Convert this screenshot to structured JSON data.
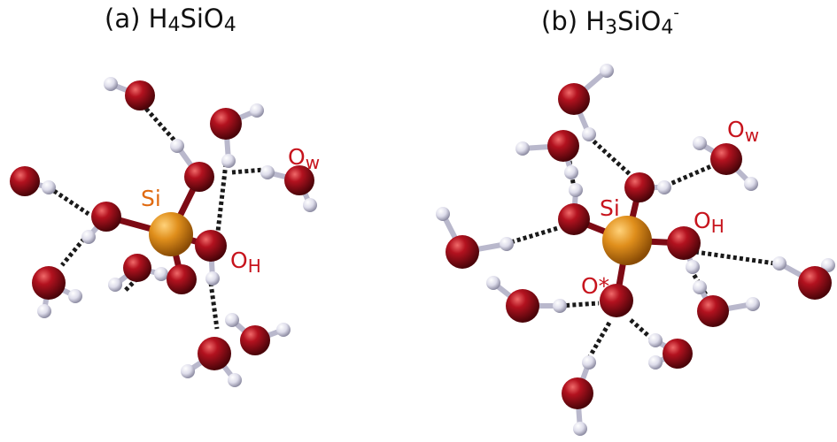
{
  "titles": {
    "a": {
      "prefix": "(a) H",
      "sub1": "4",
      "mid": "SiO",
      "sub2": "4",
      "sup": ""
    },
    "b": {
      "prefix": "(b) H",
      "sub1": "3",
      "mid": "SiO",
      "sub2": "4",
      "sup": "-"
    }
  },
  "colors": {
    "oxygen": "#a30f1f",
    "hydrogen": "#e2e1ee",
    "silicon": "#e08f1c",
    "label_red": "#c7141d",
    "label_orange": "#e06a10"
  },
  "panels": [
    {
      "id": "a",
      "labels": [
        {
          "text": "Si",
          "role": "silicon"
        },
        {
          "text": "O",
          "sub": "H",
          "role": "hydroxyl"
        },
        {
          "text": "O",
          "sub": "w",
          "role": "water"
        }
      ]
    },
    {
      "id": "b",
      "labels": [
        {
          "text": "Si",
          "role": "silicon"
        },
        {
          "text": "O",
          "sub": "H",
          "role": "hydroxyl"
        },
        {
          "text": "O",
          "sub": "w",
          "role": "water"
        },
        {
          "text": "O*",
          "sub": "",
          "role": "deprotonated-oxygen"
        }
      ]
    }
  ]
}
